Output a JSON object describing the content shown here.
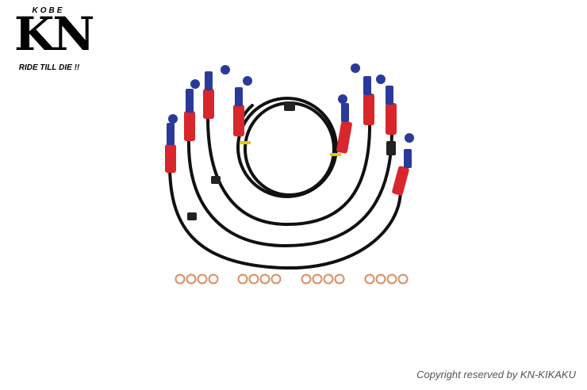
{
  "logo": {
    "top": "KOBE",
    "main": "KN",
    "tagline": "RIDE TILL DIE !!"
  },
  "photo": {
    "subject": "brake hose set",
    "colors": {
      "hose": "#111111",
      "sleeve": "#d8262c",
      "fitting": "#2a3a9a",
      "tie": "#e6c21a",
      "washer": "#d98f63"
    },
    "washer_count": 16
  },
  "copyright": "Copyright reserved by KN-KIKAKU"
}
